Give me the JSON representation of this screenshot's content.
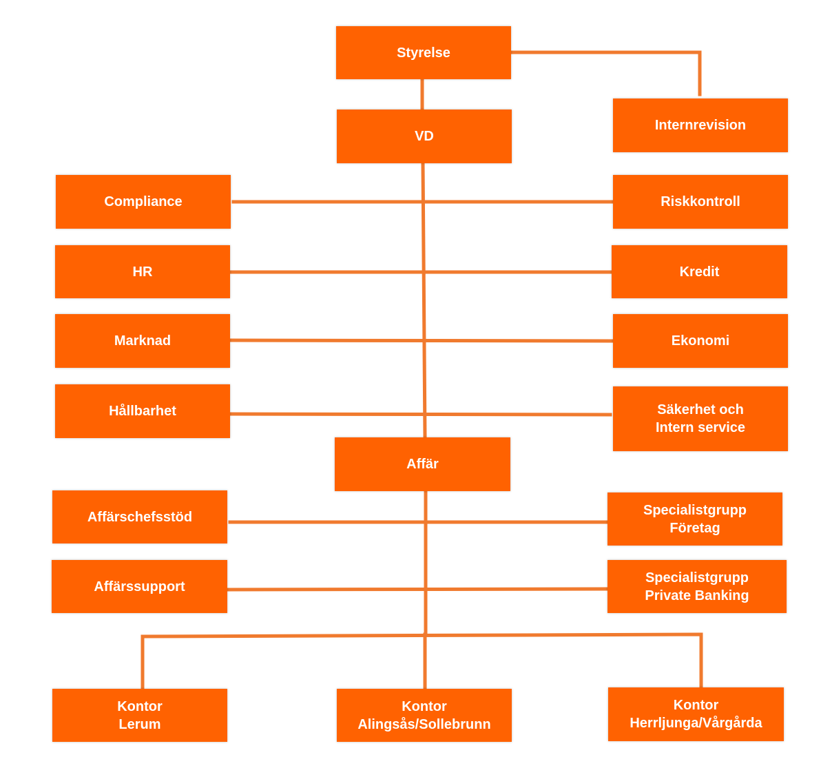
{
  "colors": {
    "box": "#ff6201",
    "line": "#f07a2e",
    "text": "#ffffff"
  },
  "nodes": {
    "styrelse": "Styrelse",
    "internrevision": "Internrevision",
    "vd": "VD",
    "compliance": "Compliance",
    "riskkontroll": "Riskkontroll",
    "hr": "HR",
    "kredit": "Kredit",
    "marknad": "Marknad",
    "ekonomi": "Ekonomi",
    "hallbarhet": "Hållbarhet",
    "sakerhet": "Säkerhet och\nIntern service",
    "affar": "Affär",
    "affarschefsstod": "Affärschefsstöd",
    "specialist_foretag": "Specialistgrupp\nFöretag",
    "affarssupport": "Affärssupport",
    "specialist_pb": "Specialistgrupp\nPrivate Banking",
    "kontor_lerum": "Kontor\nLerum",
    "kontor_alingsas": "Kontor\nAlingsås/Sollebrunn",
    "kontor_herrljunga": "Kontor\nHerrljunga/Vårgårda"
  }
}
